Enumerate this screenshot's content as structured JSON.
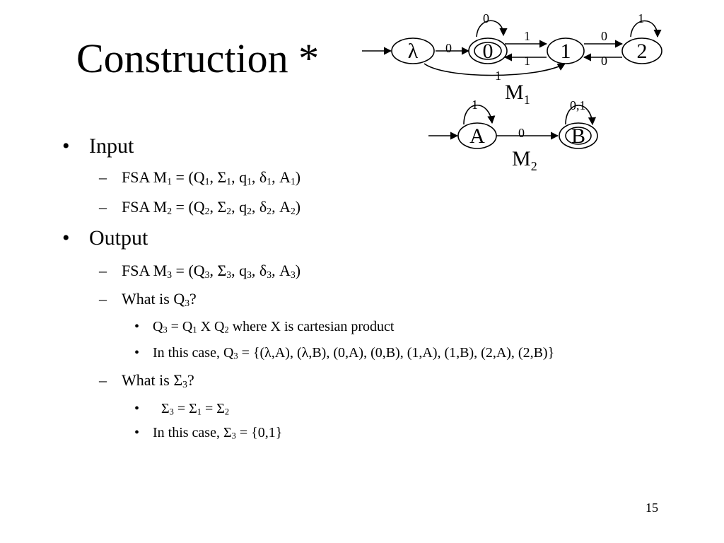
{
  "slide": {
    "title": "Construction *",
    "page_number": "15"
  },
  "m1": {
    "label": "M",
    "label_sub": "1",
    "states": {
      "lambda": "λ",
      "s0": "0",
      "s1": "1",
      "s2": "2"
    },
    "edges": {
      "start_to_0": "0",
      "loop_0": "0",
      "e0_to_1": "1",
      "e1_to_0": "1",
      "e1_to_2": "0",
      "e2_to_1": "0",
      "loop_2": "1",
      "lambda_to_1": "1"
    }
  },
  "m2": {
    "label": "M",
    "label_sub": "2",
    "states": {
      "a": "A",
      "b": "B"
    },
    "edges": {
      "loop_a": "1",
      "a_to_b": "0",
      "loop_b": "0,1"
    }
  },
  "content": {
    "input": {
      "bullet": "•",
      "label": "Input",
      "dash": "–",
      "fsa_m1": {
        "p1": "FSA M",
        "s1": "1",
        "p2": " = (Q",
        "s2": "1",
        "p3": ", Σ",
        "s3": "1",
        "p4": ", q",
        "s4": "1",
        "p5": ", δ",
        "s5": "1",
        "p6": ", A",
        "s6": "1",
        "p7": ")"
      },
      "fsa_m2": {
        "p1": "FSA M",
        "s1": "2",
        "p2": " = (Q",
        "s2": "2",
        "p3": ", Σ",
        "s3": "2",
        "p4": ", q",
        "s4": "2",
        "p5": ", δ",
        "s5": "2",
        "p6": ", A",
        "s6": "2",
        "p7": ")"
      }
    },
    "output": {
      "bullet": "•",
      "label": "Output",
      "dash": "–",
      "fsa_m3": {
        "p1": "FSA M",
        "s1": "3",
        "p2": " = (Q",
        "s2": "3",
        "p3": ", Σ",
        "s3": "3",
        "p4": ", q",
        "s4": "3",
        "p5": ", δ",
        "s5": "3",
        "p6": ", A",
        "s6": "3",
        "p7": ")"
      },
      "q3_question": {
        "p1": "What is Q",
        "s1": "3",
        "p2": "?"
      },
      "q3_def": {
        "p1": "Q",
        "s1": "3",
        "p2": " = Q",
        "s2": "1",
        "p3": " X Q",
        "s3": "2",
        "p4": " where X is cartesian product"
      },
      "q3_case": {
        "p1": "In this case, Q",
        "s1": "3",
        "p2": " = {(λ,A), (λ,B), (0,A), (0,B), (1,A), (1,B), (2,A), (2,B)}"
      },
      "sigma_question": {
        "p1": "What is Σ",
        "s1": "3",
        "p2": "?"
      },
      "sigma_def": {
        "p1": "Σ",
        "s1": "3",
        "p2": " = Σ",
        "s2": "1",
        "p3": " = Σ",
        "s3": "2"
      },
      "sigma_case": {
        "p1": "In this case, Σ",
        "s1": "3",
        "p2": " = {0,1}"
      },
      "small_bullet": "•"
    }
  }
}
